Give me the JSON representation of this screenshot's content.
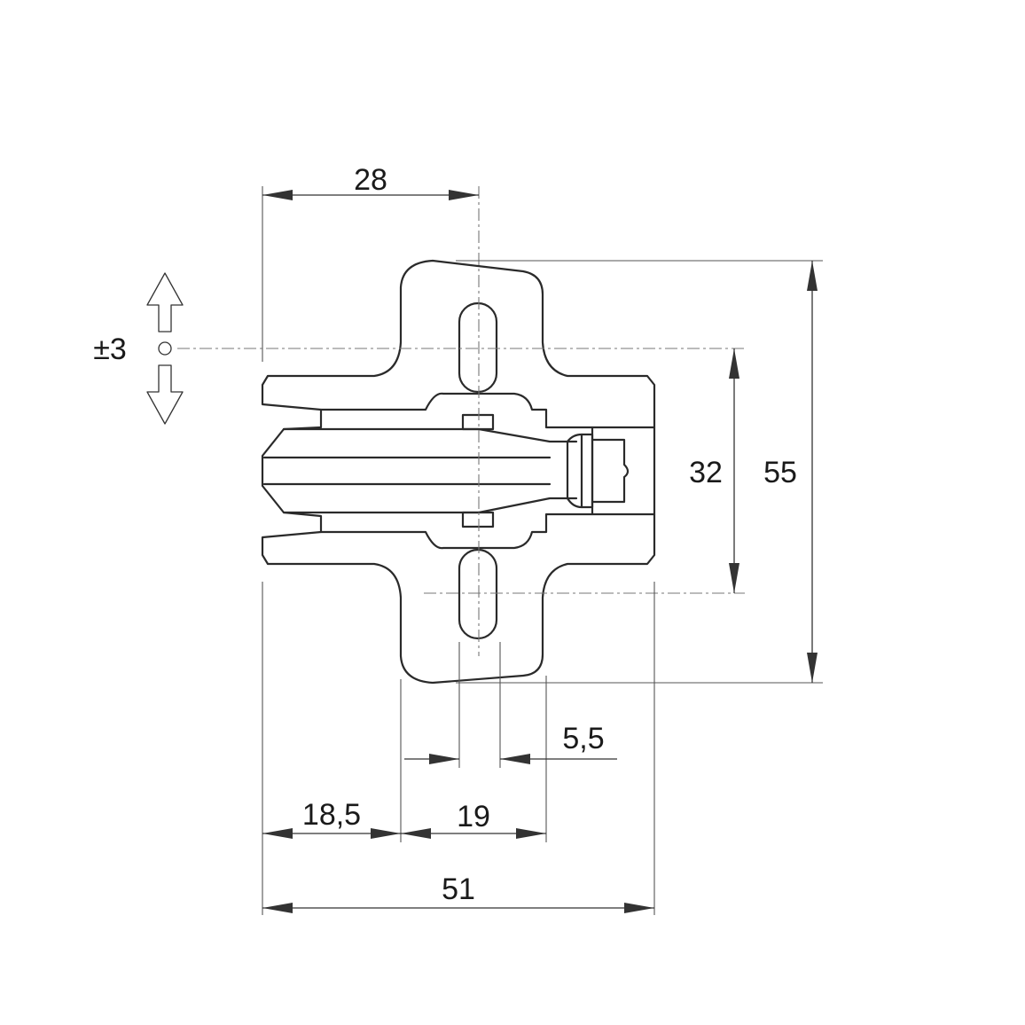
{
  "drawing": {
    "dimensions": {
      "top_width": "28",
      "adjustment": "±3",
      "hole_spacing": "32",
      "total_height": "55",
      "slot_width": "5,5",
      "left_offset": "18,5",
      "mid_offset": "19",
      "total_width": "51"
    },
    "colors": {
      "line": "#2a2a2a",
      "background": "#ffffff"
    }
  }
}
